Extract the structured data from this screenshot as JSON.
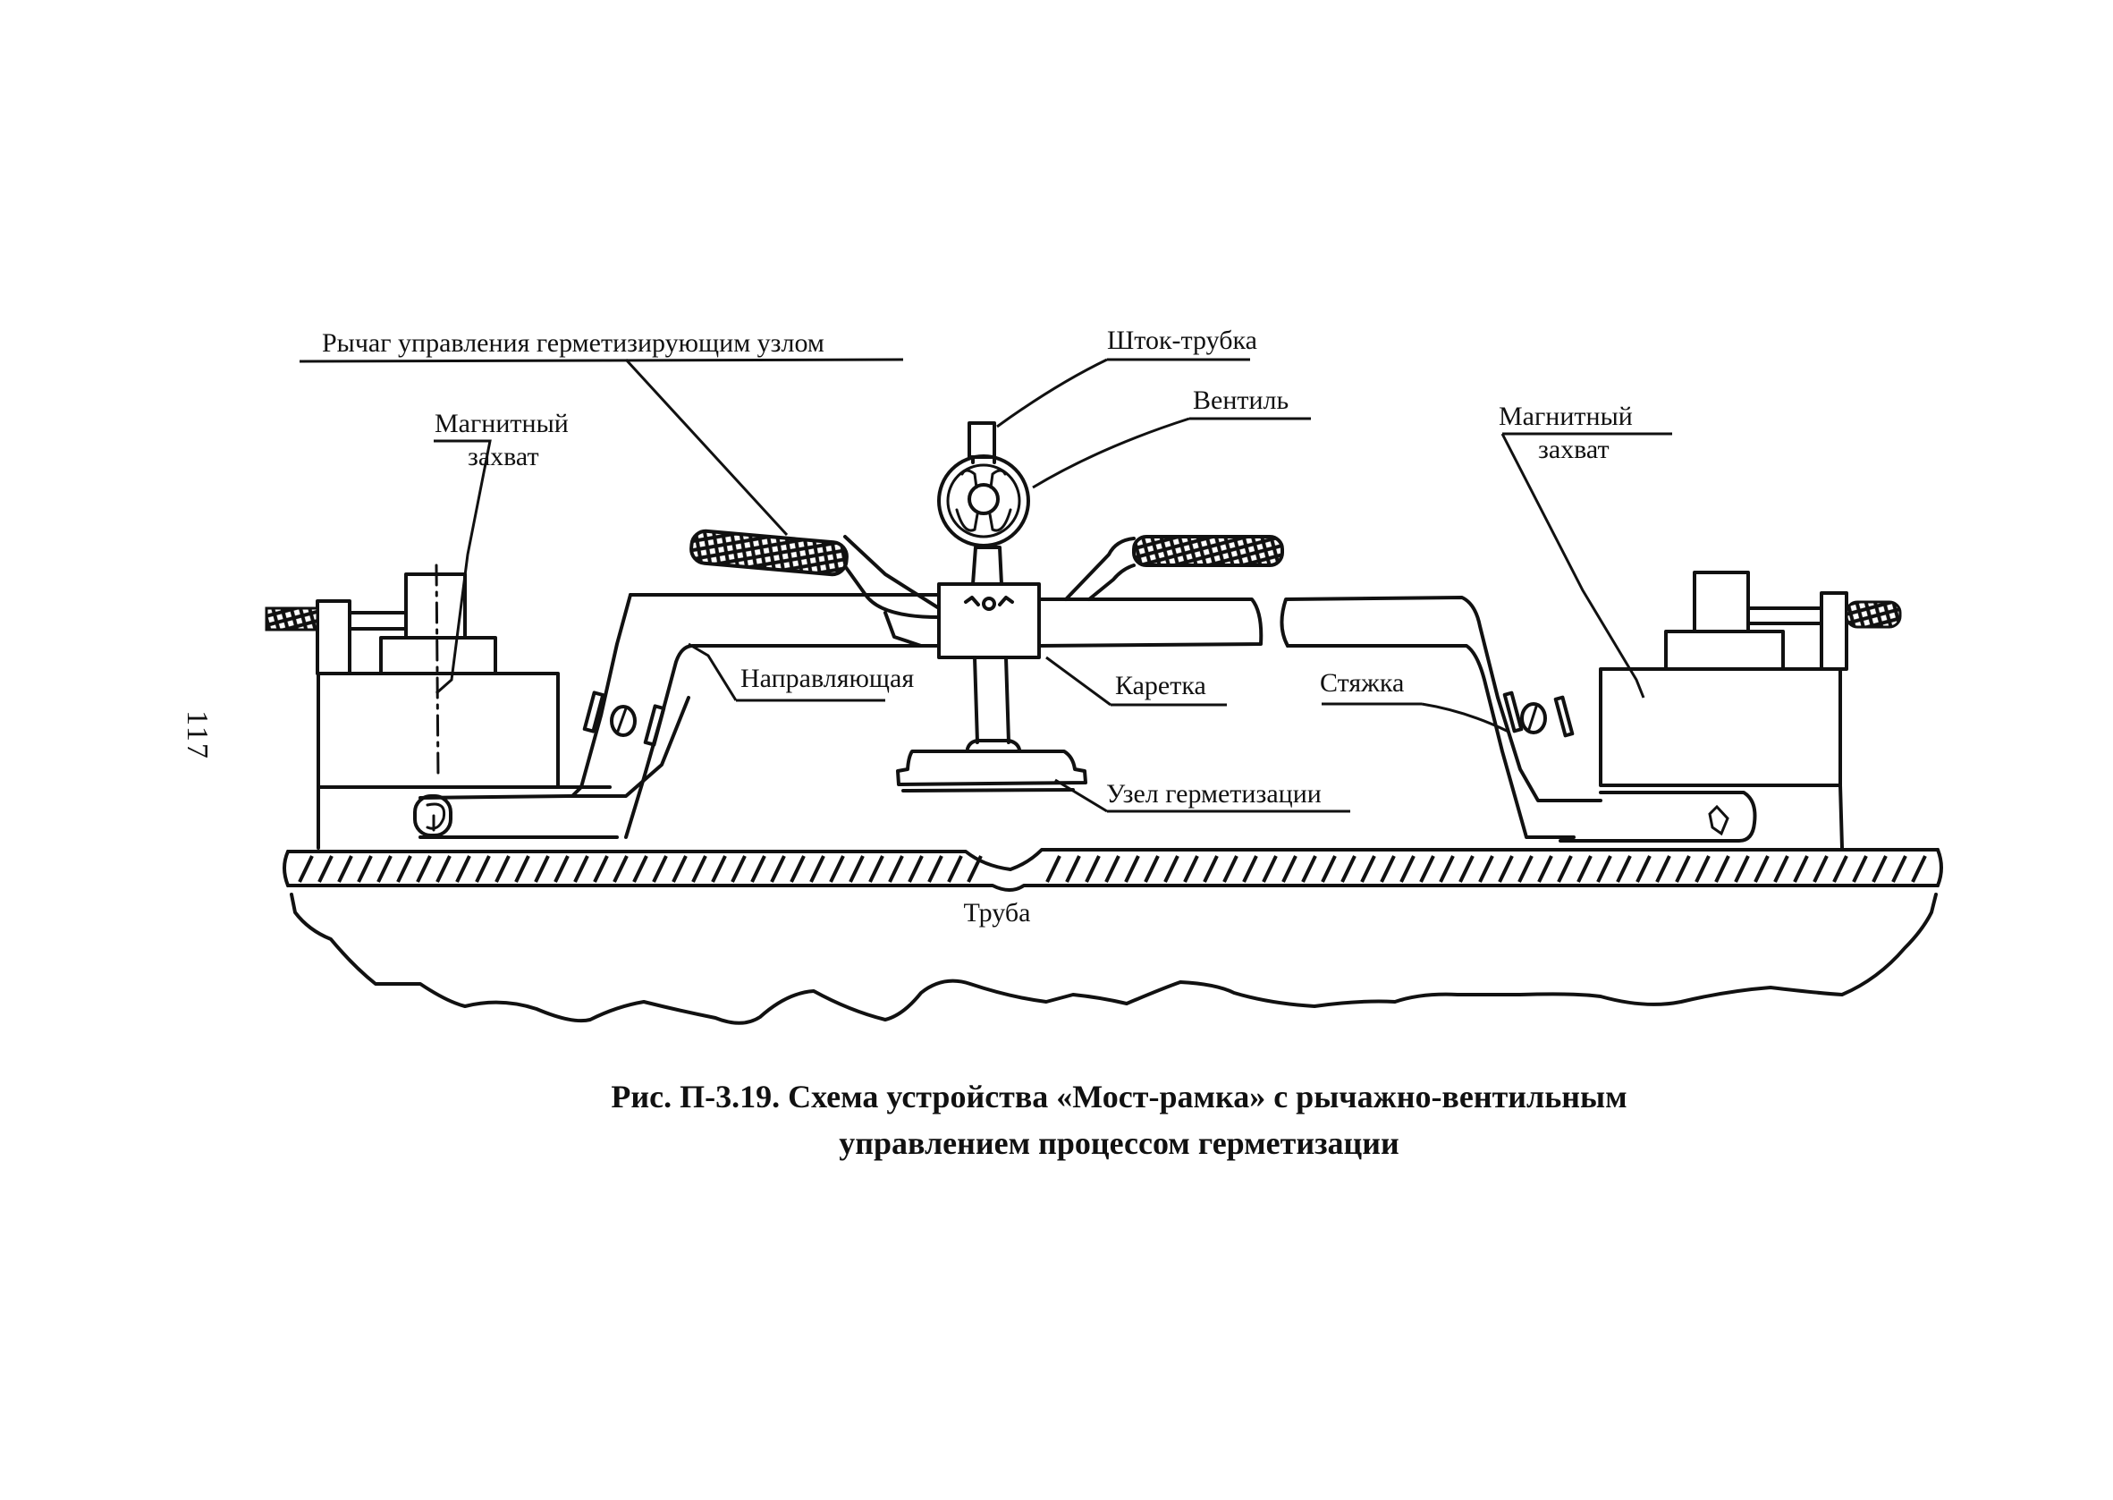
{
  "page": {
    "page_number": "117"
  },
  "figure": {
    "labels": {
      "lever": "Рычаг управления герметизирующим узлом",
      "rod_tube": "Шток-трубка",
      "valve": "Вентиль",
      "magnet_left_line1": "Магнитный",
      "magnet_left_line2": "захват",
      "magnet_right_line1": "Магнитный",
      "magnet_right_line2": "захват",
      "guide": "Направляющая",
      "carriage": "Каретка",
      "tie": "Стяжка",
      "seal_unit": "Узел герметизации",
      "pipe": "Труба"
    },
    "caption": {
      "line1": "Рис. П-3.19. Схема устройства «Мост-рамка» с рычажно-вентильным",
      "line2": "управлением процессом герметизации"
    }
  }
}
